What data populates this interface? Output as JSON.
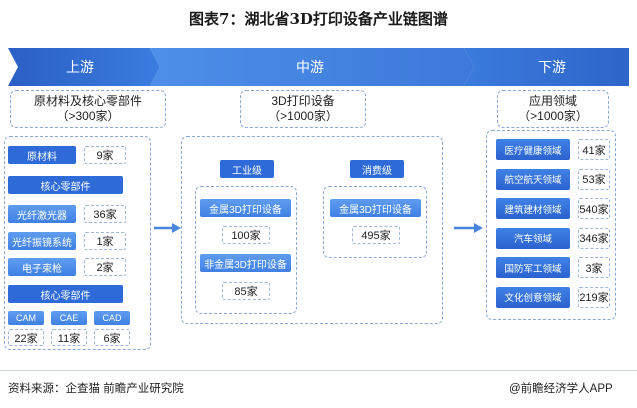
{
  "title": "图表7：湖北省3D打印设备产业链图谱",
  "stages": {
    "upstream": "上游",
    "midstream": "中游",
    "downstream": "下游"
  },
  "upstream": {
    "header_line1": "原材料及核心零部件",
    "header_line2": "（>300家）",
    "raw_material": {
      "label": "原材料",
      "count": "9家"
    },
    "core_parts_title_1": "核心零部件",
    "core_parts": [
      {
        "label": "光纤激光器",
        "count": "36家"
      },
      {
        "label": "光纤振镜系统",
        "count": "1家"
      },
      {
        "label": "电子束枪",
        "count": "2家"
      }
    ],
    "core_parts_title_2": "核心零部件",
    "software": [
      {
        "label": "CAM",
        "count": "22家"
      },
      {
        "label": "CAE",
        "count": "11家"
      },
      {
        "label": "CAD",
        "count": "6家"
      }
    ]
  },
  "midstream": {
    "header_line1": "3D打印设备",
    "header_line2": "（>1000家）",
    "industrial": {
      "title": "工业级",
      "items": [
        {
          "label": "金属3D打印设备",
          "count": "100家"
        },
        {
          "label": "非金属3D打印设备",
          "count": "85家"
        }
      ]
    },
    "consumer": {
      "title": "消费级",
      "items": [
        {
          "label": "金属3D打印设备",
          "count": "495家"
        }
      ]
    }
  },
  "downstream": {
    "header_line1": "应用领域",
    "header_line2": "（>1000家）",
    "items": [
      {
        "label": "医疗健康领域",
        "count": "41家"
      },
      {
        "label": "航空航天领域",
        "count": "53家"
      },
      {
        "label": "建筑建材领域",
        "count": "540家"
      },
      {
        "label": "汽车领域",
        "count": "346家"
      },
      {
        "label": "国防军工领域",
        "count": "3家"
      },
      {
        "label": "文化创意领域",
        "count": "219家"
      }
    ]
  },
  "footer": {
    "source": "资料来源：企查猫 前瞻产业研究院",
    "brand": "@前瞻经济学人APP"
  },
  "colors": {
    "banner_dark": "#2f63c9",
    "banner_light": "#4a8ee8",
    "button": "#2e6ad8",
    "dash": "#8aa9d6"
  }
}
